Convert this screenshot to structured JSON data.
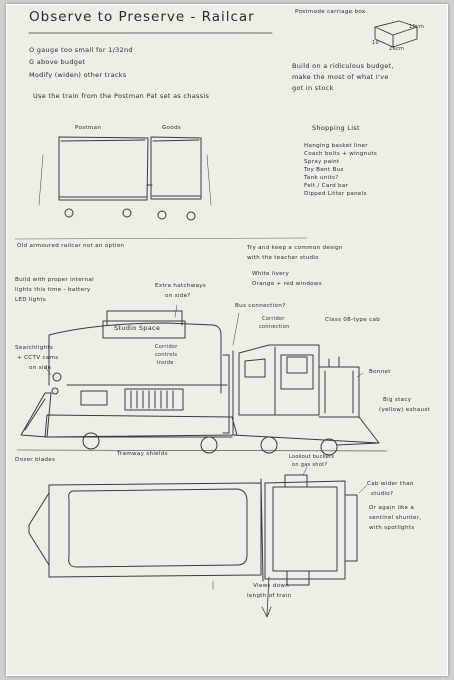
{
  "title": "Observe to Preserve - Railcar",
  "notes": {
    "gauge": "O gauge too small for 1/32nd",
    "g_above": "G above budget",
    "modify": "Modify (widen) other tracks",
    "use_train": "Use the train from the Postman Pat set as chassis",
    "budget_line1": "Build on a ridiculous budget,",
    "budget_line2": "make the most of what I've",
    "budget_line3": "got in stock",
    "carriage_label": "Postmode carriage box",
    "dim_w": "10cm",
    "dim_h": "10",
    "dim_d": "26cm",
    "label_postman": "Postman",
    "label_goods": "Goods",
    "old_armoured": "Old armoured railcar not an option",
    "try_and_keep1": "Try and keep a common design",
    "try_and_keep2": "with the teacher studio",
    "white_livery": "White livery",
    "orange_red": "Orange + red windows",
    "build_internal1": "Build with proper internal",
    "build_internal2": "lights this time - battery",
    "build_internal3": "LED lights",
    "extra_hatchways1": "Extra hatchways",
    "extra_hatchways2": "on side?",
    "bus_connection": "Bus connection?",
    "corridor_connection1": "Corridor",
    "corridor_connection2": "connection",
    "class_cab": "Class 08-type cab",
    "searchlights1": "Searchlights",
    "searchlights2": "+ CCTV cams",
    "searchlights3": "on side",
    "studio_space": "Studio Space",
    "corridor_controls1": "Corridor",
    "corridor_controls2": "controls",
    "corridor_controls3": "inside",
    "bonnet": "Bonnet",
    "big_stacy1": "Big stacy",
    "big_stacy2": "(yellow) exhaust",
    "tramway_shields": "Tramway shields",
    "dozer_blades": "Dozer blades",
    "lookout_buckets1": "Lookout buckets",
    "lookout_buckets2": "on gas shot?",
    "cab_wider1": "Cab wider than",
    "cab_wider2": "studio?",
    "or_again1": "Or again like a",
    "or_again2": "sentinel shunter,",
    "or_again3": "with spotlights",
    "views_down1": "Views down",
    "views_down2": "length of train"
  },
  "shopping_list": {
    "heading": "Shopping List",
    "items": [
      "Hanging basket liner",
      "Coach bolts + wingnuts",
      "Spray paint",
      "Toy Bent Bus",
      "Tank units?",
      "Felt / Card bar",
      "Dipped Litter panels"
    ]
  }
}
